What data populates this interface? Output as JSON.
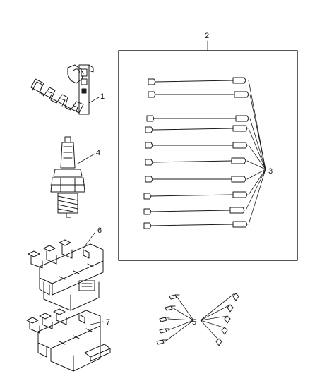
{
  "diagram": {
    "callouts": [
      {
        "id": "1",
        "label": "1"
      },
      {
        "id": "2",
        "label": "2"
      },
      {
        "id": "3",
        "label": "3"
      },
      {
        "id": "4",
        "label": "4"
      },
      {
        "id": "5",
        "label": "5"
      },
      {
        "id": "6",
        "label": "6"
      },
      {
        "id": "7",
        "label": "7"
      }
    ],
    "parts": [
      {
        "callout": "1",
        "name": "wire-separator-bracket-icon"
      },
      {
        "callout": "2",
        "name": "ignition-cable-set-frame"
      },
      {
        "callout": "3",
        "name": "spark-plug-cable-icon"
      },
      {
        "callout": "4",
        "name": "spark-plug-icon"
      },
      {
        "callout": "5",
        "name": "cable-terminal-boot-icon"
      },
      {
        "callout": "6",
        "name": "ignition-coil-pack-icon"
      },
      {
        "callout": "7",
        "name": "ignition-coil-pack-icon"
      }
    ],
    "line_color": "#1a1a1a"
  }
}
